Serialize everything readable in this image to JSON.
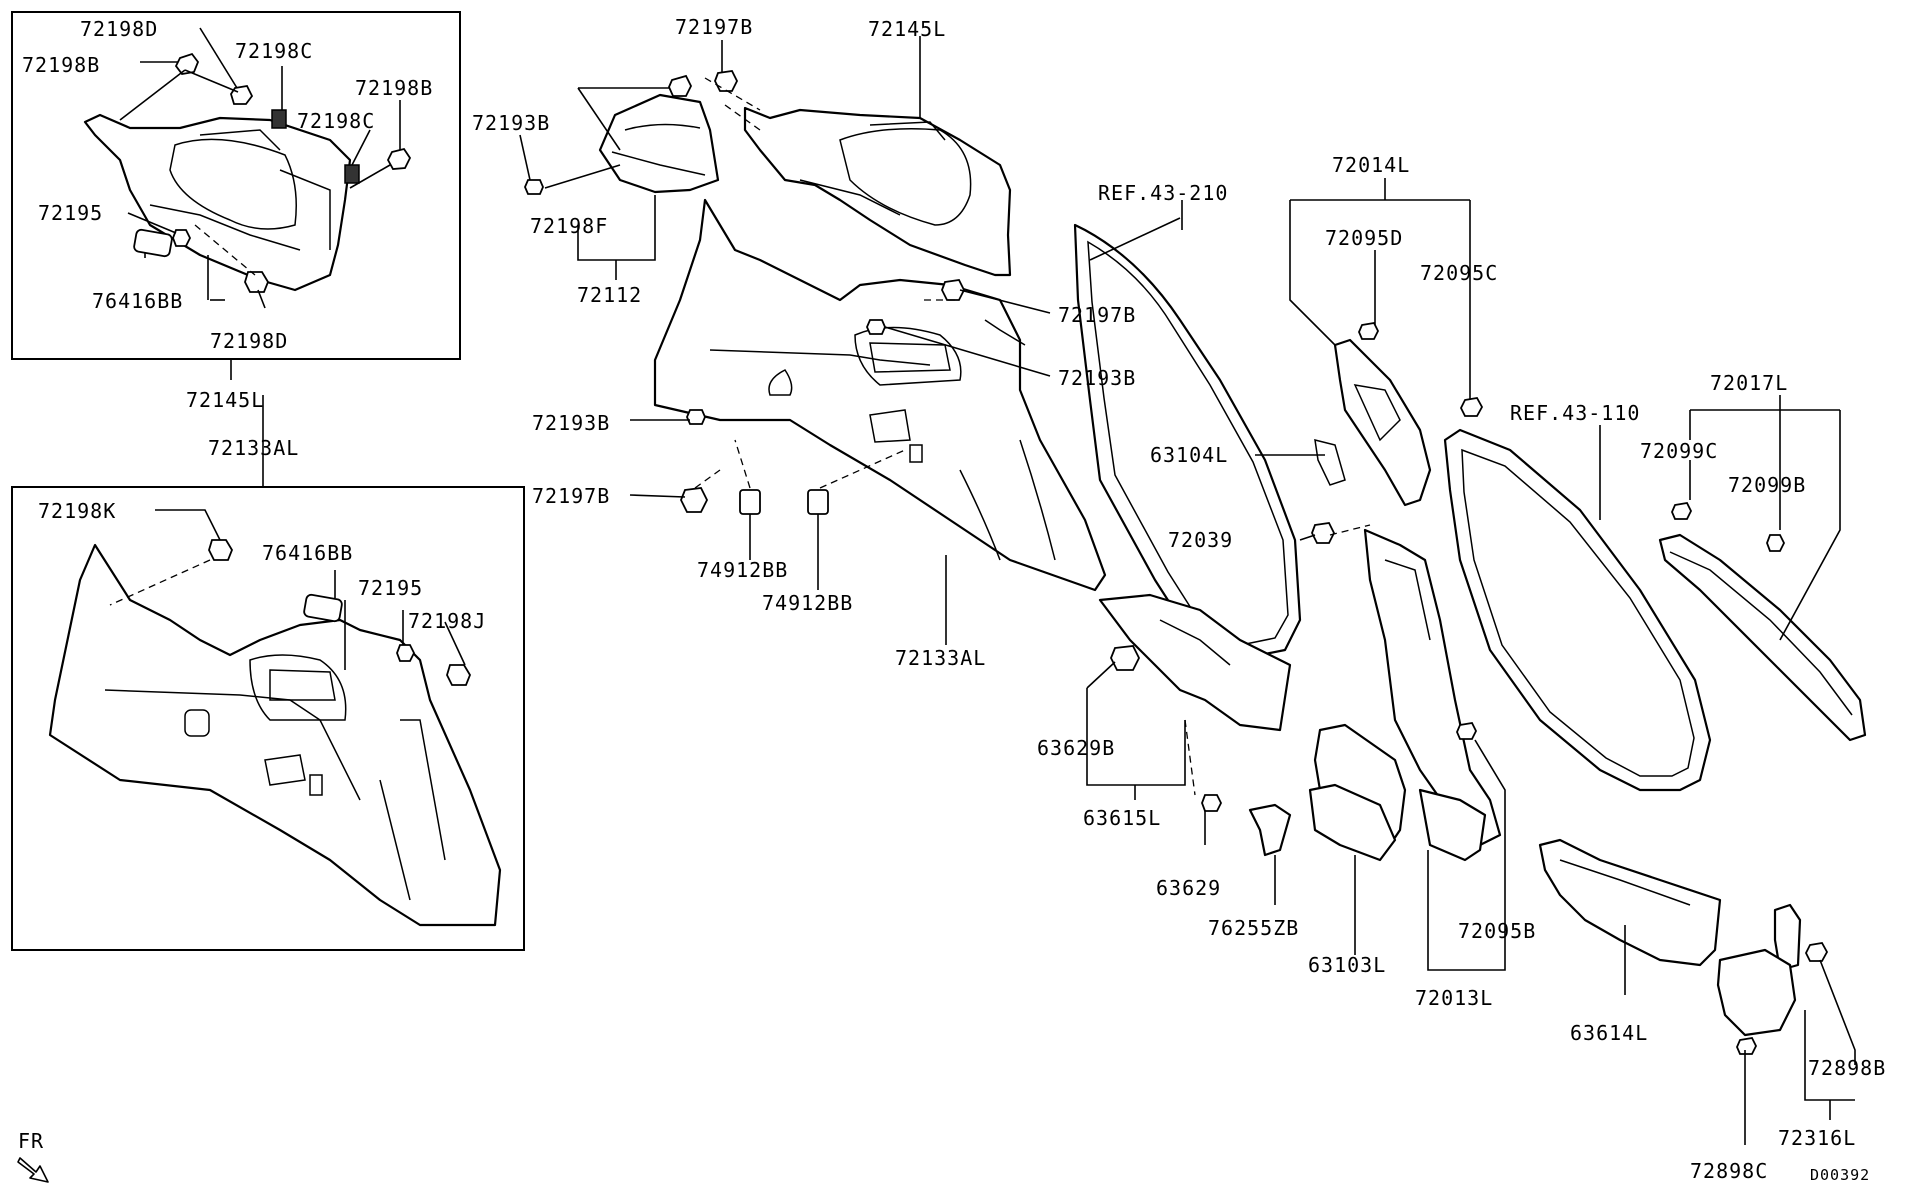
{
  "diagram_code": "D00392",
  "direction": {
    "label": "FR"
  },
  "inset_boxes": [
    {
      "id": "upper",
      "caption": "72145L"
    },
    {
      "id": "lower",
      "caption": "72133AL"
    }
  ],
  "labels": {
    "l_72198D_a": "72198D",
    "l_72198B_a": "72198B",
    "l_72198C_a": "72198C",
    "l_72198B_b": "72198B",
    "l_72198C_b": "72198C",
    "l_72195_a": "72195",
    "l_76416BB_a": "76416BB",
    "l_72198D_b": "72198D",
    "l_72145L_box": "72145L",
    "l_72133AL_box": "72133AL",
    "l_72198K": "72198K",
    "l_76416BB_b": "76416BB",
    "l_72195_b": "72195",
    "l_72198J": "72198J",
    "l_72197B_a": "72197B",
    "l_72145L_top": "72145L",
    "l_72193B_a": "72193B",
    "l_72198F": "72198F",
    "l_72112": "72112",
    "l_72197B_b": "72197B",
    "l_72193B_b": "72193B",
    "l_72193B_c": "72193B",
    "l_72197B_c": "72197B",
    "l_74912BB_a": "74912BB",
    "l_74912BB_b": "74912BB",
    "l_72133AL_main": "72133AL",
    "l_ref43210": "REF.43-210",
    "l_72014L": "72014L",
    "l_72095D": "72095D",
    "l_72095C": "72095C",
    "l_63104L": "63104L",
    "l_72039": "72039",
    "l_ref43110": "REF.43-110",
    "l_72017L": "72017L",
    "l_72099C": "72099C",
    "l_72099B": "72099B",
    "l_63629B": "63629B",
    "l_63615L": "63615L",
    "l_63629": "63629",
    "l_76255ZB": "76255ZB",
    "l_63103L": "63103L",
    "l_72095B": "72095B",
    "l_72013L": "72013L",
    "l_63614L": "63614L",
    "l_72898B": "72898B",
    "l_72316L": "72316L",
    "l_72898C": "72898C"
  },
  "icons": [
    "direction-arrow-icon"
  ]
}
